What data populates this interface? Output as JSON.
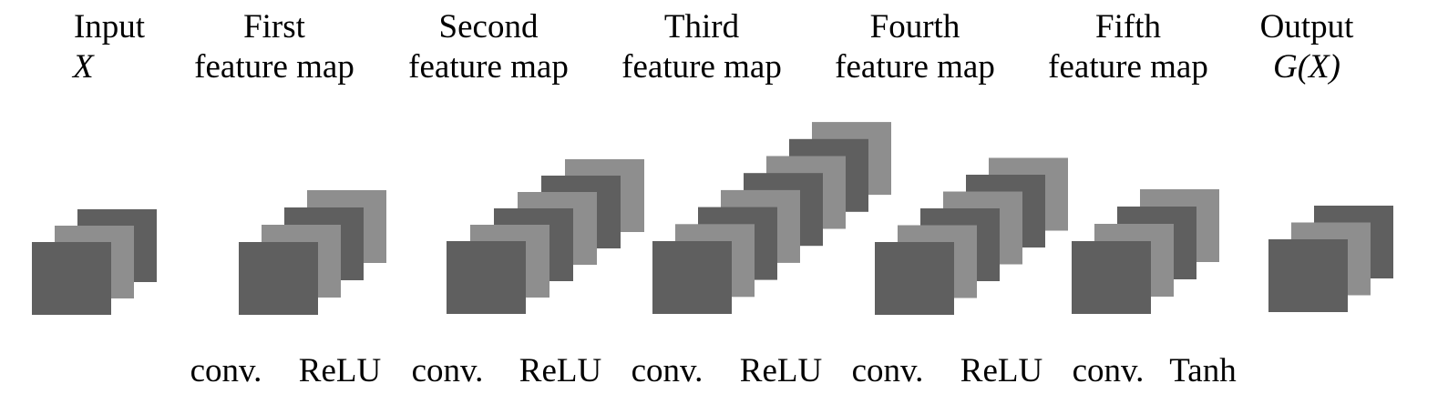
{
  "stages": [
    {
      "id": "input",
      "title": "Input",
      "subtitle": "X",
      "subtitle_math": true,
      "colors": [
        "#5f5f5f",
        "#8e8e8e",
        "#5f5f5f"
      ]
    },
    {
      "id": "first",
      "title": "First",
      "subtitle": "feature map",
      "subtitle_math": false,
      "colors": [
        "#8e8e8e",
        "#5f5f5f",
        "#8e8e8e",
        "#5f5f5f"
      ]
    },
    {
      "id": "second",
      "title": "Second",
      "subtitle": "feature map",
      "subtitle_math": false,
      "colors": [
        "#8e8e8e",
        "#5f5f5f",
        "#8e8e8e",
        "#5f5f5f",
        "#8e8e8e",
        "#5f5f5f"
      ]
    },
    {
      "id": "third",
      "title": "Third",
      "subtitle": "feature map",
      "subtitle_math": false,
      "colors": [
        "#8e8e8e",
        "#5f5f5f",
        "#8e8e8e",
        "#5f5f5f",
        "#8e8e8e",
        "#5f5f5f",
        "#8e8e8e",
        "#5f5f5f"
      ]
    },
    {
      "id": "fourth",
      "title": "Fourth",
      "subtitle": "feature map",
      "subtitle_math": false,
      "colors": [
        "#8e8e8e",
        "#5f5f5f",
        "#8e8e8e",
        "#5f5f5f",
        "#8e8e8e",
        "#5f5f5f"
      ]
    },
    {
      "id": "fifth",
      "title": "Fifth",
      "subtitle": "feature map",
      "subtitle_math": false,
      "colors": [
        "#8e8e8e",
        "#5f5f5f",
        "#8e8e8e",
        "#5f5f5f"
      ]
    },
    {
      "id": "output",
      "title": "Output",
      "subtitle": "G(X)",
      "subtitle_math": true,
      "colors": [
        "#5f5f5f",
        "#8e8e8e",
        "#5f5f5f"
      ]
    }
  ],
  "operations": [
    "conv.",
    "ReLU",
    "conv.",
    "ReLU",
    "conv.",
    "ReLU",
    "conv.",
    "ReLU",
    "conv.",
    "Tanh"
  ]
}
